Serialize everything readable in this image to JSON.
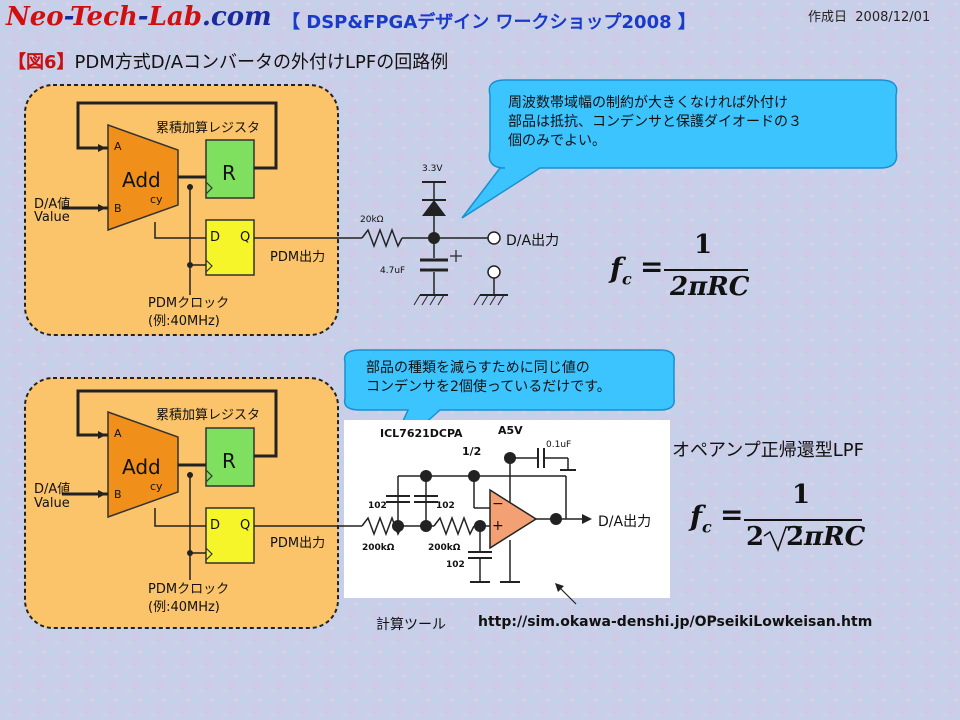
{
  "header": {
    "brand_neo": "Neo",
    "brand_tech": "Tech",
    "brand_lab": "Lab",
    "brand_com": ".com",
    "workshop_title": "【 DSP&FPGAデザイン ワークショップ2008 】",
    "date_label": "作成日",
    "date_value": "2008/12/01"
  },
  "figure": {
    "tag": "【図6】",
    "title": "PDM方式D/Aコンバータの外付けLPFの回路例"
  },
  "fpga_block": {
    "accumulator_label": "累積加算レジスタ",
    "adder_label": "Add",
    "adder_input_a": "A",
    "adder_input_b": "B",
    "carry_label": "cy",
    "register_label": "R",
    "ff_d": "D",
    "ff_q": "Q",
    "input_label_1": "D/A値",
    "input_label_2": "Value",
    "clock_label_1": "PDMクロック",
    "clock_label_2": "(例:40MHz)",
    "output_label": "PDM出力"
  },
  "rc_circuit": {
    "vcc": "3.3V",
    "resistor": "20kΩ",
    "capacitor": "4.7uF",
    "output": "D/A出力",
    "callout": [
      "周波数帯域幅の制約が大きくなければ外付け",
      "部品は抵抗、コンデンサと保護ダイオードの３",
      "個のみでよい。"
    ]
  },
  "formula1": {
    "lhs": "f",
    "lhs_sub": "c",
    "eq": "=",
    "num": "1",
    "den": "2πRC"
  },
  "opamp_circuit": {
    "callout": [
      "部品の種類を減らすために同じ値の",
      "コンデンサを2個使っているだけです。"
    ],
    "part_number": "ICL7621DCPA",
    "part_half": "1/2",
    "vcc": "A5V",
    "bypass_cap": "0.1uF",
    "cap_1": "102",
    "cap_2": "102",
    "cap_3": "102",
    "resistor_1": "200kΩ",
    "resistor_2": "200kΩ",
    "minus": "−",
    "plus": "+",
    "output": "D/A出力",
    "title": "オペアンプ正帰還型LPF"
  },
  "formula2": {
    "lhs": "f",
    "lhs_sub": "c",
    "eq": "=",
    "num": "1",
    "den_pre": "2",
    "den_root": "2",
    "den_post": "πRC"
  },
  "tool": {
    "label": "計算ツール",
    "url": "http://sim.okawa-denshi.jp/OPseikiLowkeisan.htm"
  },
  "colors": {
    "fpga_box": "#fbc46a",
    "adder": "#f0901a",
    "register": "#7fe060",
    "flipflop": "#f5f52a",
    "callout": "#3cc4ff",
    "opamp": "#f3a074",
    "brand_red": "#d01010",
    "brand_blue": "#1a2a9a",
    "title_blue": "#1a3ac8"
  }
}
